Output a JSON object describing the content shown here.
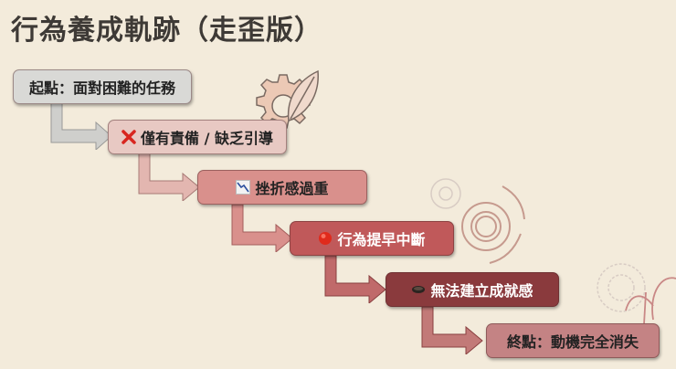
{
  "title": "行為養成軌跡（走歪版）",
  "steps": [
    {
      "label": "起點：面對困難的任務",
      "icon": "",
      "bg": "#d9d9d6",
      "fg": "#222222"
    },
    {
      "label": "僅有責備 / 缺乏引導",
      "icon": "red-x",
      "bg": "#e8c9c3",
      "fg": "#222222"
    },
    {
      "label": "挫折感過重",
      "icon": "chart-decreasing",
      "bg": "#d9908c",
      "fg": "#222222"
    },
    {
      "label": "行為提早中斷",
      "icon": "red-circle",
      "bg": "#c0595a",
      "fg": "#ffffff"
    },
    {
      "label": "無法建立成就感",
      "icon": "dark-hole",
      "bg": "#8a3a3d",
      "fg": "#ffffff"
    },
    {
      "label": "終點：動機完全消失",
      "icon": "",
      "bg": "#c48384",
      "fg": "#222222"
    }
  ],
  "colors": {
    "background": "#f3ebdb",
    "arrow_gray": "#cfcfcc",
    "arrow_pink": "#d9908c",
    "arrow_red": "#c06a6a"
  }
}
